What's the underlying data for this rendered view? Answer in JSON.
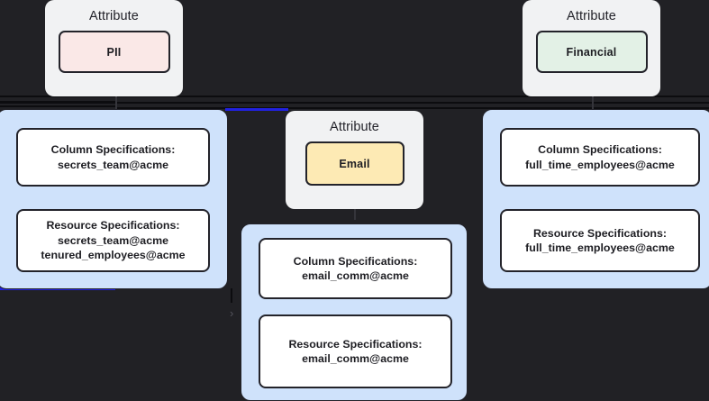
{
  "theme": {
    "background": "#212125",
    "attribute_group_bg": "#f1f2f3",
    "spec_group_bg": "#cfe2fb",
    "spec_box_bg": "#ffffff",
    "border": "#23232a",
    "edge_highlight": "#2121e0",
    "pii_chip_bg": "#fae8e7",
    "financial_chip_bg": "#e3f1e6",
    "email_chip_bg": "#fdeab4"
  },
  "attribute_groups": [
    {
      "title": "Attribute",
      "chip_label": "PII"
    },
    {
      "title": "Attribute",
      "chip_label": "Financial"
    },
    {
      "title": "Attribute",
      "chip_label": "Email"
    }
  ],
  "spec_groups": [
    {
      "boxes": [
        {
          "heading": "Column Specifications:",
          "lines": [
            "secrets_team@acme"
          ]
        },
        {
          "heading": "Resource Specifications:",
          "lines": [
            "secrets_team@acme",
            "tenured_employees@acme"
          ]
        }
      ]
    },
    {
      "boxes": [
        {
          "heading": "Column Specifications:",
          "lines": [
            "full_time_employees@acme"
          ]
        },
        {
          "heading": "Resource Specifications:",
          "lines": [
            "full_time_employees@acme"
          ]
        }
      ]
    },
    {
      "boxes": [
        {
          "heading": "Column Specifications:",
          "lines": [
            "email_comm@acme"
          ]
        },
        {
          "heading": "Resource Specifications:",
          "lines": [
            "email_comm@acme"
          ]
        }
      ]
    }
  ],
  "markers": {
    "expand_chevron": "›"
  }
}
